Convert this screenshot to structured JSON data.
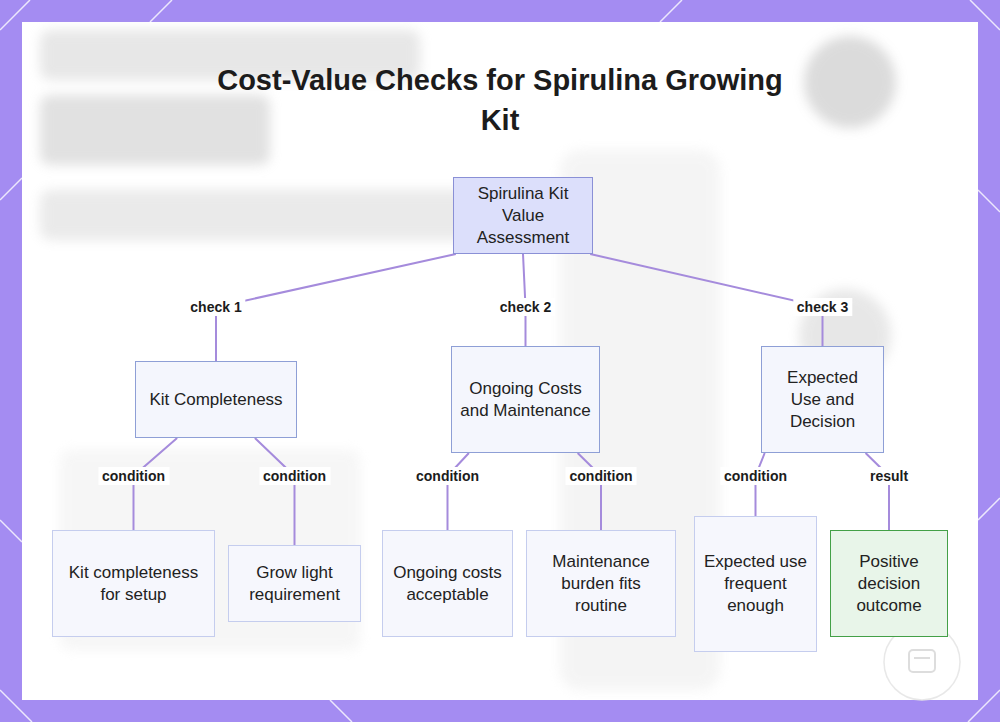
{
  "diagram": {
    "title": "Cost-Value Checks for Spirulina Growing Kit",
    "nodes": [
      {
        "text": [
          "Spirulina Kit Value Assessment"
        ]
      },
      {
        "text": [
          "Kit Completeness"
        ]
      },
      {
        "text": [
          "Ongoing Costs and Maintenance"
        ]
      },
      {
        "text": [
          "Expected Use and Decision"
        ]
      },
      {
        "text": [
          "Kit completeness for setup"
        ]
      },
      {
        "text": [
          "Grow light requirement"
        ]
      },
      {
        "text": [
          "Ongoing costs acceptable"
        ]
      },
      {
        "text": [
          "Maintenance burden fits routine"
        ]
      },
      {
        "text": [
          "Expected use frequent enough"
        ]
      },
      {
        "text": [
          "Positive decision outcome"
        ]
      }
    ],
    "edges": [
      {
        "from": 0,
        "to": 1,
        "label": "check 1",
        "arrow": "none"
      },
      {
        "from": 0,
        "to": 2,
        "label": "check 2",
        "arrow": "none"
      },
      {
        "from": 0,
        "to": 3,
        "label": "check 3",
        "arrow": "none"
      },
      {
        "from": 1,
        "to": 4,
        "label": "condition",
        "arrow": "none"
      },
      {
        "from": 1,
        "to": 5,
        "label": "condition",
        "arrow": "none"
      },
      {
        "from": 2,
        "to": 6,
        "label": "condition",
        "arrow": "none"
      },
      {
        "from": 2,
        "to": 7,
        "label": "condition",
        "arrow": "none"
      },
      {
        "from": 3,
        "to": 8,
        "label": "condition",
        "arrow": "none"
      },
      {
        "from": 3,
        "to": 9,
        "label": "result",
        "arrow": "none"
      }
    ]
  }
}
